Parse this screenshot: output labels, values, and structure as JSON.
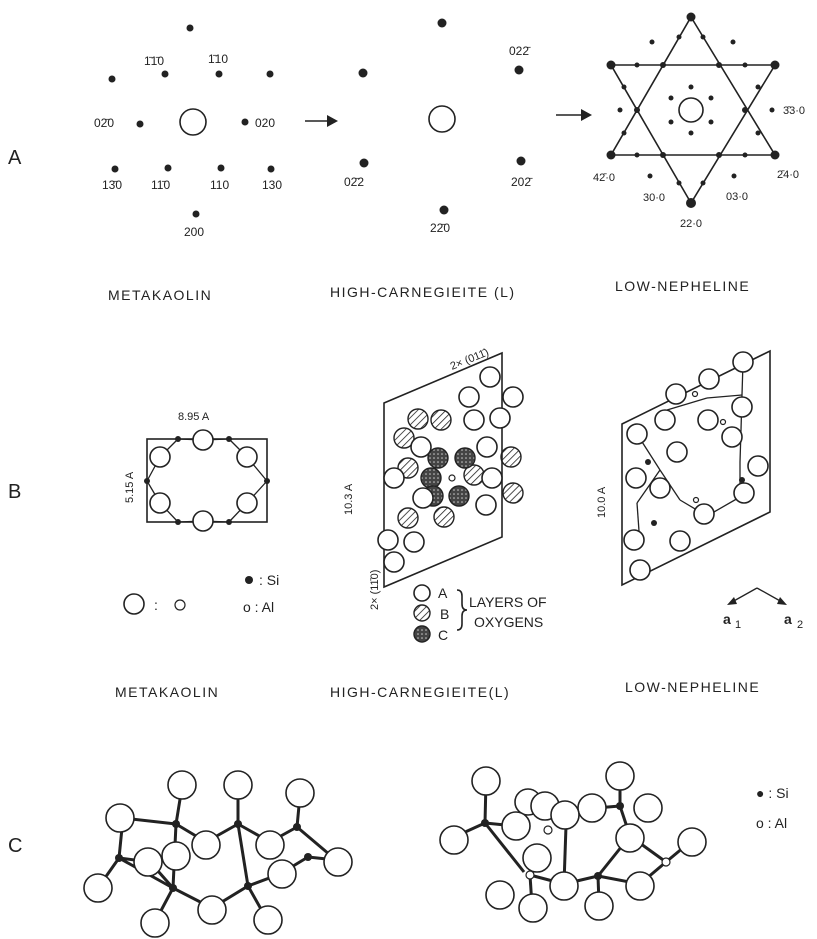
{
  "row_labels": {
    "a": "A",
    "b": "B",
    "c": "C"
  },
  "panel_a": {
    "titles": [
      "METAKAOLIN",
      "HIGH-CARNEGIEITE (L)",
      "LOW-NEPHELINE"
    ],
    "metakaolin_indices": {
      "i1": "1̄1̄0",
      "i2": "1̄10",
      "i3": "02̄0",
      "i4": "020",
      "i5": "13̄0",
      "i6": "11̄0",
      "i7": "110",
      "i8": "130",
      "i9": "200"
    },
    "carnegieite_indices": {
      "i1": "022̄",
      "i2": "02̄2",
      "i3": "202̄",
      "i4": "22̄0"
    },
    "nepheline_indices": {
      "i1": "3̄3·0",
      "i2": "42̄·0",
      "i3": "2̄4·0",
      "i4": "30·0",
      "i5": "03·0",
      "i6": "22·0"
    }
  },
  "panel_b": {
    "titles": [
      "METAKAOLIN",
      "HIGH-CARNEGIEITE(L)",
      "LOW-NEPHELINE"
    ],
    "dims": {
      "mk_width": "8.95 A",
      "mk_height": "5.15 A",
      "hc_height": "10.3 A",
      "hc_top": "2× (011̄)",
      "hc_left": "2× (11̄0)",
      "ln_height": "10.0 A"
    },
    "atom_legend": {
      "o": "O : O",
      "si": ": Si",
      "al": "o : Al"
    },
    "layer_legend": {
      "a": "A",
      "b": "B",
      "c": "C",
      "title_line1": "LAYERS OF",
      "title_line2": "OXYGENS"
    },
    "axes": {
      "a1": "a",
      "a1_sub": "1",
      "a2": "a",
      "a2_sub": "2"
    }
  },
  "panel_c": {
    "legend": {
      "si": "● : Si",
      "al": "o : Al"
    }
  }
}
